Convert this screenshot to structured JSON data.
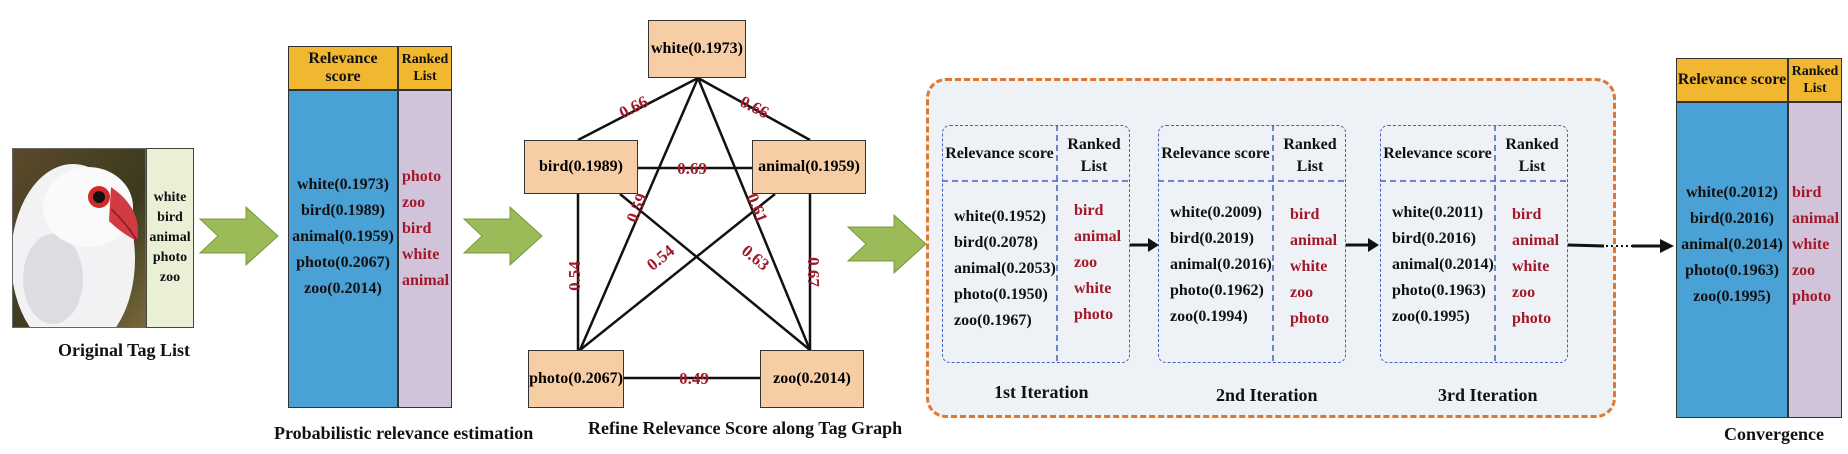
{
  "original": {
    "tags": [
      "white",
      "bird",
      "animal",
      "photo",
      "zoo"
    ],
    "caption": "Original Tag List"
  },
  "estimation": {
    "header_score": "Relevance score",
    "header_ranked": "Ranked List",
    "scores": [
      "white(0.1973)",
      "bird(0.1989)",
      "animal(0.1959)",
      "photo(0.2067)",
      "zoo(0.2014)"
    ],
    "ranked": [
      "photo",
      "zoo",
      "bird",
      "white",
      "animal"
    ],
    "caption": "Probabilistic relevance estimation"
  },
  "graph": {
    "nodes": {
      "white": "white(0.1973)",
      "bird": "bird(0.1989)",
      "animal": "animal(0.1959)",
      "photo": "photo(0.2067)",
      "zoo": "zoo(0.2014)"
    },
    "edge_labels": {
      "white_bird": "0.66",
      "white_animal": "0.66",
      "bird_animal": "0.69",
      "white_photo": "0.59",
      "white_zoo": "0.61",
      "bird_photo": "0.54",
      "bird_zoo": "0.63",
      "animal_photo": "0.54",
      "animal_zoo": "0.67",
      "photo_zoo": "0.49"
    },
    "caption": "Refine Relevance Score along Tag Graph"
  },
  "iterations": [
    {
      "header_score": "Relevance score",
      "header_ranked": "Ranked List",
      "scores": [
        "white(0.1952)",
        "bird(0.2078)",
        "animal(0.2053)",
        "photo(0.1950)",
        "zoo(0.1967)"
      ],
      "ranked": [
        "bird",
        "animal",
        "zoo",
        "white",
        "photo"
      ],
      "caption": "1st Iteration"
    },
    {
      "header_score": "Relevance score",
      "header_ranked": "Ranked List",
      "scores": [
        "white(0.2009)",
        "bird(0.2019)",
        "animal(0.2016)",
        "photo(0.1962)",
        "zoo(0.1994)"
      ],
      "ranked": [
        "bird",
        "animal",
        "white",
        "zoo",
        "photo"
      ],
      "caption": "2nd Iteration"
    },
    {
      "header_score": "Relevance score",
      "header_ranked": "Ranked List",
      "scores": [
        "white(0.2011)",
        "bird(0.2016)",
        "animal(0.2014)",
        "photo(0.1963)",
        "zoo(0.1995)"
      ],
      "ranked": [
        "bird",
        "animal",
        "white",
        "zoo",
        "photo"
      ],
      "caption": "3rd Iteration"
    }
  ],
  "convergence": {
    "header_score": "Relevance score",
    "header_ranked": "Ranked List",
    "scores": [
      "white(0.2012)",
      "bird(0.2016)",
      "animal(0.2014)",
      "photo(0.1963)",
      "zoo(0.1995)"
    ],
    "ranked": [
      "bird",
      "animal",
      "white",
      "zoo",
      "photo"
    ],
    "caption": "Convergence"
  },
  "colors": {
    "header": "#f2b731",
    "score_panel": "#4aa1d6",
    "ranked_panel": "#d1c3da",
    "node": "#f6cda4",
    "arrow_green": "#9bbb59",
    "iteration_border": "#4463b8",
    "outer_dashed": "#e0772c",
    "ranked_text": "#a01a2a"
  }
}
